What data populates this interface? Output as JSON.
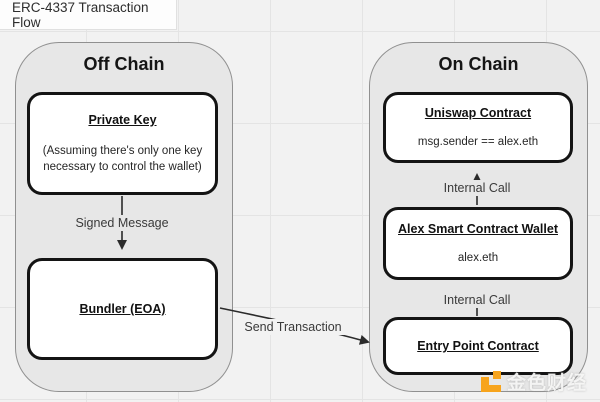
{
  "page_title": "ERC-4337 Transaction Flow",
  "off_chain": {
    "title": "Off Chain",
    "nodes": {
      "private_key": {
        "title": "Private Key",
        "subtitle": "(Assuming there's only one key necessary to control the wallet)"
      },
      "bundler": {
        "title": "Bundler (EOA)"
      }
    },
    "edge_label": "Signed Message"
  },
  "on_chain": {
    "title": "On Chain",
    "nodes": {
      "uniswap": {
        "title": "Uniswap Contract",
        "subtitle": "msg.sender == alex.eth"
      },
      "alex_wallet": {
        "title": "Alex Smart Contract Wallet",
        "subtitle": "alex.eth"
      },
      "entry_point": {
        "title": "Entry Point Contract"
      }
    },
    "edge_labels": {
      "upper": "Internal Call",
      "lower": "Internal Call"
    }
  },
  "cross_edge_label": "Send Transaction",
  "watermark": {
    "text": "金色财经"
  },
  "colors": {
    "background": "#f2f2f2",
    "grid_line": "#e4e4e4",
    "container_fill": "#e7e7e7",
    "container_border": "#909090",
    "node_border": "#141414",
    "arrow": "#2b2b2b",
    "watermark_orange": "#F7A41D"
  }
}
